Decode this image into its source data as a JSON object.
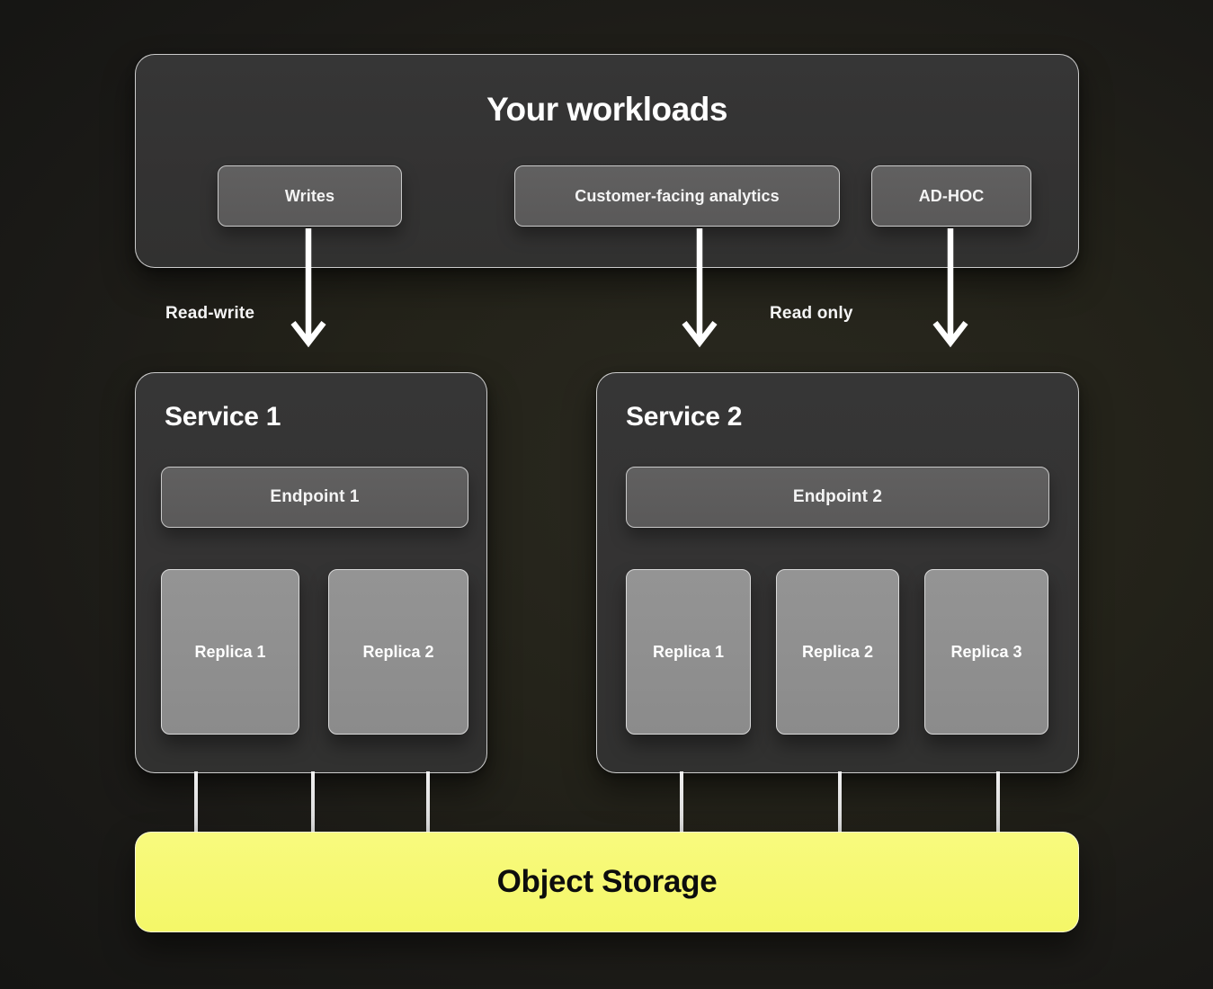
{
  "workloads": {
    "title": "Your workloads",
    "buttons": [
      "Writes",
      "Customer-facing analytics",
      "AD-HOC"
    ]
  },
  "flow": {
    "read_write_label": "Read-write",
    "read_only_label": "Read only"
  },
  "services": [
    {
      "title": "Service 1",
      "endpoint": "Endpoint 1",
      "replicas": [
        "Replica 1",
        "Replica 2"
      ]
    },
    {
      "title": "Service 2",
      "endpoint": "Endpoint 2",
      "replicas": [
        "Replica 1",
        "Replica 2",
        "Replica 3"
      ]
    }
  ],
  "storage": {
    "label": "Object Storage"
  },
  "colors": {
    "background_dark": "#232219",
    "panel_gray": "#333232",
    "chip_gray": "#5d5c5c",
    "replica_gray": "#8f8f8f",
    "border_light": "#c9c9c9",
    "accent_yellow": "#f5f76e",
    "text_light": "#ffffff",
    "text_dark": "#0d0d0d",
    "arrow_white": "#ffffff"
  }
}
